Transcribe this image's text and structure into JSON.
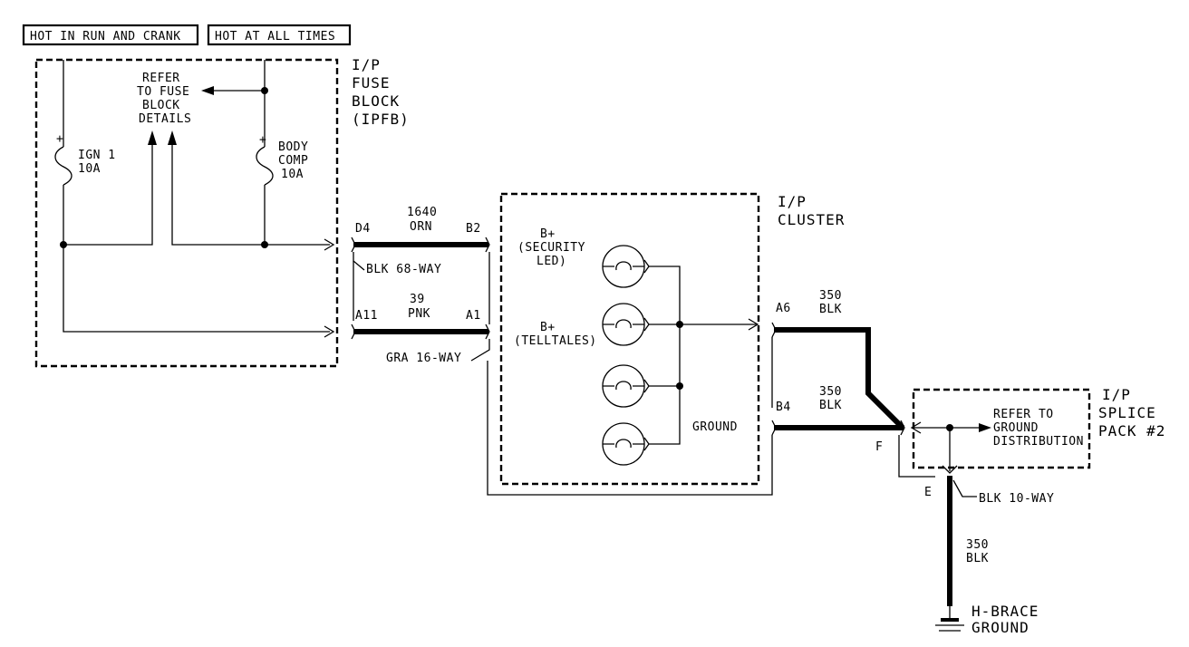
{
  "header_tags": {
    "hot_run_crank": "HOT IN RUN AND CRANK",
    "hot_all_times": "HOT AT ALL TIMES"
  },
  "fuse_block": {
    "title_lines": [
      "I/P",
      "FUSE",
      "BLOCK",
      "(IPFB)"
    ],
    "refer_lines": [
      "REFER",
      "TO FUSE",
      "BLOCK",
      "DETAILS"
    ],
    "fuse1": {
      "name": "IGN 1",
      "rating": "10A"
    },
    "fuse2": {
      "name_lines": [
        "BODY",
        "COMP"
      ],
      "rating": "10A"
    }
  },
  "connectors": {
    "orn_wire": {
      "left_pin": "D4",
      "right_pin": "B2",
      "circuit": "1640",
      "color": "ORN"
    },
    "blk68": "BLK 68-WAY",
    "pnk_wire": {
      "left_pin": "A11",
      "right_pin": "A1",
      "circuit": "39",
      "color": "PNK"
    },
    "gra16": "GRA 16-WAY"
  },
  "cluster": {
    "title_lines": [
      "I/P",
      "CLUSTER"
    ],
    "security_lines": [
      "B+",
      "(SECURITY",
      "LED)"
    ],
    "telltales_lines": [
      "B+",
      "(TELLTALES)"
    ],
    "ground": "GROUND",
    "pin_a6": "A6",
    "pin_b4": "B4"
  },
  "wires_out": {
    "w1": {
      "circuit": "350",
      "color": "BLK"
    },
    "w2": {
      "circuit": "350",
      "color": "BLK"
    },
    "w3": {
      "circuit": "350",
      "color": "BLK"
    }
  },
  "splice": {
    "title_lines": [
      "I/P",
      "SPLICE",
      "PACK #2"
    ],
    "refer_lines": [
      "REFER TO",
      "GROUND",
      "DISTRIBUTION"
    ],
    "pin_f": "F",
    "pin_e": "E",
    "blk10": "BLK 10-WAY"
  },
  "ground": {
    "lines": [
      "H-BRACE",
      "GROUND"
    ]
  }
}
